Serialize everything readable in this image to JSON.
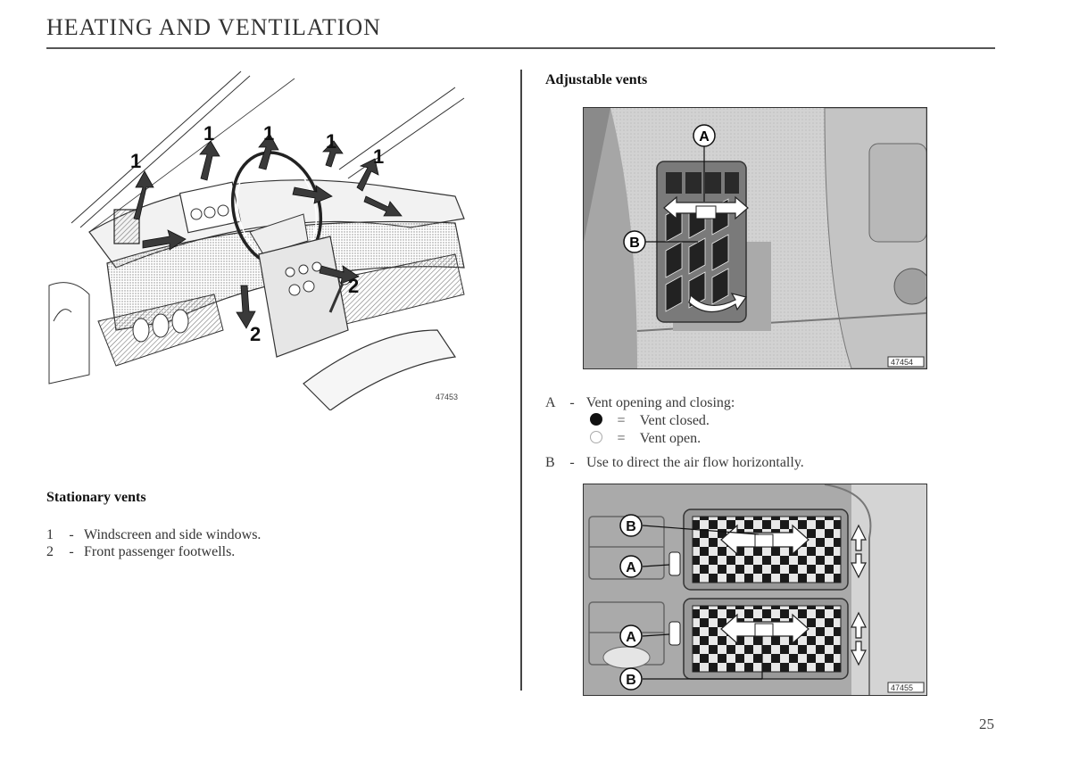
{
  "page": {
    "title": "HEATING AND VENTILATION",
    "page_number": "25"
  },
  "left": {
    "figure_code": "47453",
    "callouts": [
      "1",
      "1",
      "1",
      "1",
      "1",
      "2",
      "2"
    ],
    "heading": "Stationary vents",
    "items": [
      {
        "key": "1",
        "sep": "-",
        "text": "Windscreen and side windows."
      },
      {
        "key": "2",
        "sep": "-",
        "text": "Front passenger footwells."
      }
    ]
  },
  "right": {
    "heading": "Adjustable vents",
    "figure1_code": "47454",
    "figure1_labels": [
      "A",
      "B"
    ],
    "legend": {
      "a_key": "A",
      "a_sep": "-",
      "a_text": "Vent opening and closing:",
      "closed_sep": "=",
      "closed_text": "Vent closed.",
      "open_sep": "=",
      "open_text": "Vent open.",
      "b_key": "B",
      "b_sep": "-",
      "b_text": "Use to direct the air flow horizontally."
    },
    "figure2_code": "47455",
    "figure2_labels": [
      "B",
      "A",
      "A",
      "B"
    ]
  }
}
